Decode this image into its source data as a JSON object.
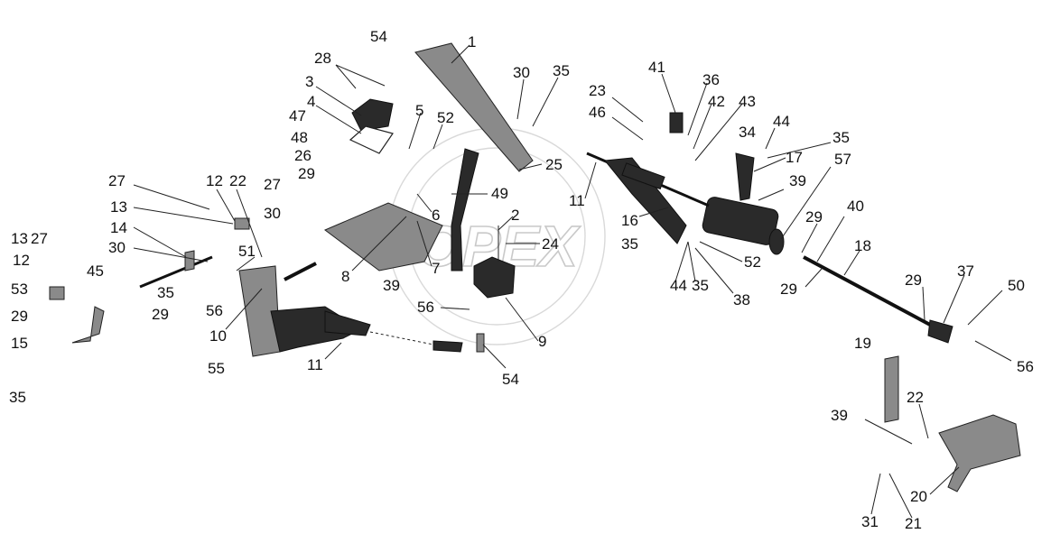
{
  "watermark": "OPEX",
  "labels": [
    "1",
    "2",
    "3",
    "4",
    "5",
    "6",
    "7",
    "8",
    "9",
    "10",
    "11",
    "11",
    "11",
    "12",
    "12",
    "13",
    "13",
    "14",
    "15",
    "16",
    "17",
    "18",
    "19",
    "20",
    "21",
    "22",
    "22",
    "23",
    "24",
    "25",
    "26",
    "27",
    "27",
    "27",
    "28",
    "29",
    "29",
    "29",
    "29",
    "29",
    "29",
    "30",
    "30",
    "30",
    "31",
    "34",
    "35",
    "35",
    "35",
    "35",
    "35",
    "35",
    "35",
    "36",
    "37",
    "38",
    "39",
    "39",
    "39",
    "40",
    "41",
    "42",
    "43",
    "44",
    "44",
    "45",
    "46",
    "47",
    "48",
    "49",
    "50",
    "51",
    "52",
    "52",
    "53",
    "54",
    "54",
    "55",
    "56",
    "56",
    "56",
    "57"
  ],
  "colors": {
    "part_dark": "#2a2a2a",
    "part_mid": "#8a8a8a",
    "text": "#111111",
    "watermark": "#c9c9c9"
  }
}
